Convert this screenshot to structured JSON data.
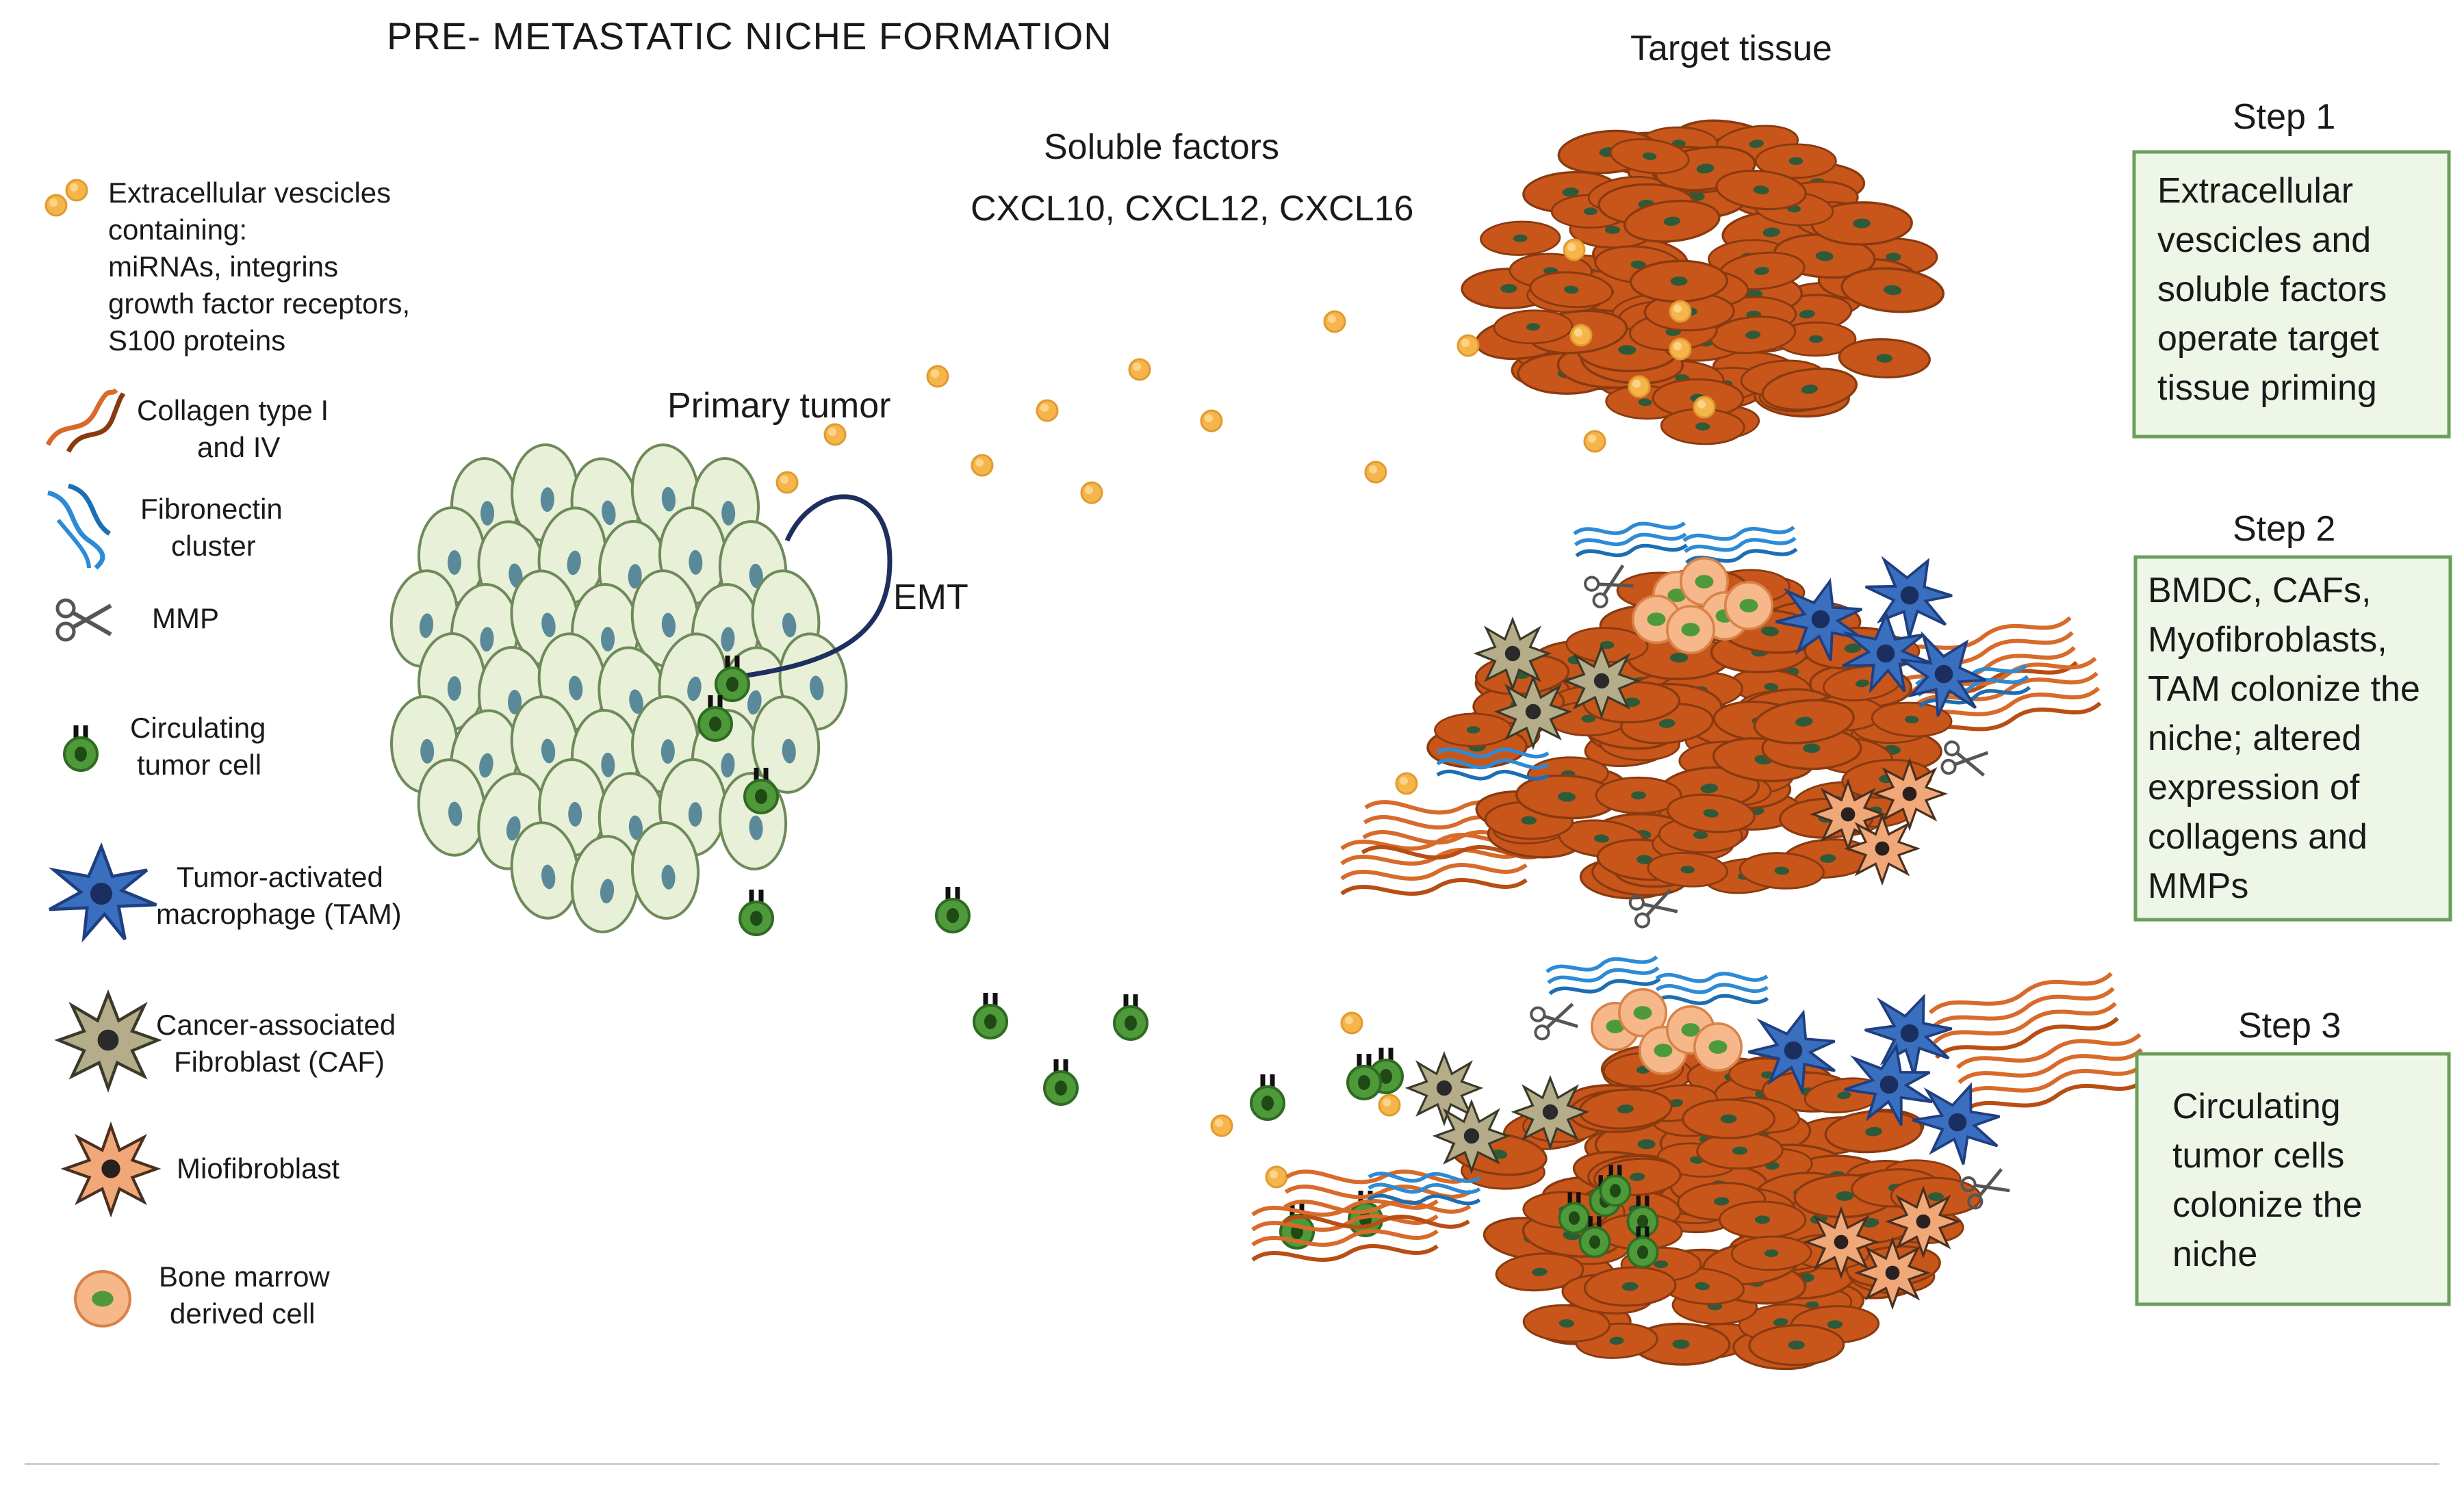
{
  "title": "PRE- METASTATIC NICHE FORMATION",
  "labels": {
    "target_tissue": "Target tissue",
    "soluble_factors": "Soluble factors",
    "cxcl": "CXCL10, CXCL12, CXCL16",
    "primary_tumor": "Primary tumor",
    "emt": "EMT"
  },
  "legend": {
    "ev": [
      "Extracellular vescicles",
      "containing:",
      "miRNAs, integrins",
      "growth factor receptors,",
      "S100 proteins"
    ],
    "collagen": [
      "Collagen type I",
      "and IV"
    ],
    "fibronectin": [
      "Fibronectin",
      "cluster"
    ],
    "mmp": [
      "MMP"
    ],
    "ctc": [
      "Circulating",
      "tumor cell"
    ],
    "tam": [
      "Tumor-activated",
      "macrophage (TAM)"
    ],
    "caf": [
      "Cancer-associated",
      "Fibroblast (CAF)"
    ],
    "mio": [
      "Miofibroblast"
    ],
    "bmdc": [
      "Bone marrow",
      "derived cell"
    ]
  },
  "steps": [
    {
      "label": "Step 1",
      "lines": [
        "Extracellular",
        "vescicles and",
        "soluble factors",
        "operate target",
        "tissue priming"
      ]
    },
    {
      "label": "Step 2",
      "lines": [
        "BMDC, CAFs,",
        "Myofibroblasts,",
        "TAM colonize the",
        "niche; altered",
        "expression of",
        "collagens and",
        "MMPs"
      ]
    },
    {
      "label": "Step 3",
      "lines": [
        "Circulating",
        "tumor cells",
        "colonize the",
        "niche"
      ]
    }
  ],
  "colors": {
    "tissue": "#c8561a",
    "tissue_stroke": "#8a3a10",
    "tumor_cell": "#e8f0d8",
    "tumor_nucleus": "#5a8a9a",
    "vesicle": "#f6b54a",
    "ctc": "#4e9a3a",
    "tam": "#3a6fc0",
    "caf": "#b5ad8a",
    "mio": "#f1a878",
    "bmdc": "#f6b88a",
    "collagen": "#d86a2a",
    "fibronectin": "#2d8ad6",
    "step_fill": "#eef6e8",
    "step_stroke": "#6aa05a"
  }
}
